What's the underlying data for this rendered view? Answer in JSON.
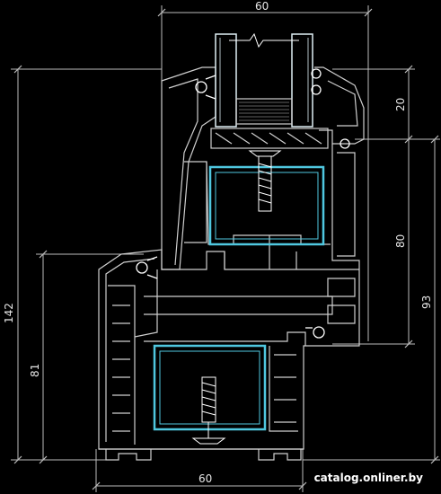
{
  "dimensions": {
    "top_width": "60",
    "bottom_width": "60",
    "left_total_height": "142",
    "left_lower_height": "81",
    "right_glass_rebate": "20",
    "right_sash_height": "80",
    "right_total_height": "93"
  },
  "watermark": "catalog.onliner.by",
  "colors": {
    "background": "#000000",
    "profile_outline": "#cfcfcf",
    "dimension_line": "#bdbdbd",
    "steel_reinforcement": "#4fc7df",
    "glass": "#dfeff5",
    "gasket": "#ffffff"
  }
}
